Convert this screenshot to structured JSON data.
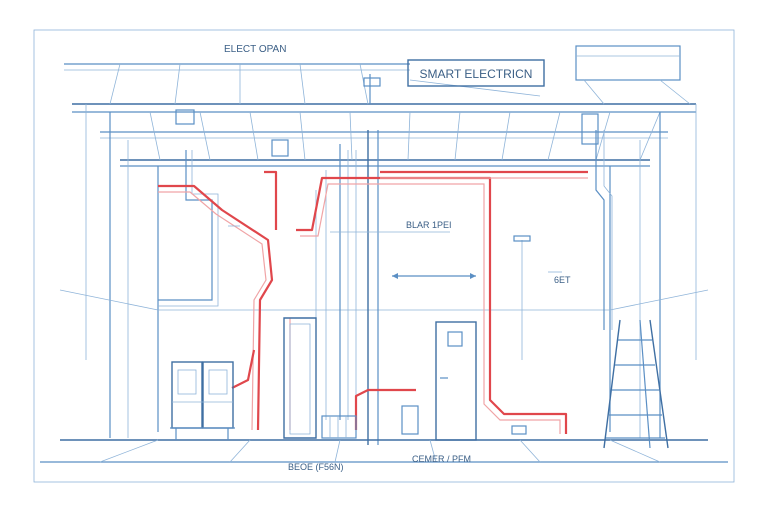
{
  "sign": {
    "title": "SMART ELECTRICN"
  },
  "labels": {
    "top": "ELECT OPAN",
    "mid": "BLAR 1PEI",
    "right": "6ET",
    "bottom_left": "BEOE (F56N)",
    "bottom_right": "CEMER / PFM"
  },
  "colors": {
    "line_blue": "#5b8fc4",
    "conduit_red": "#e0474c",
    "background": "#ffffff"
  }
}
